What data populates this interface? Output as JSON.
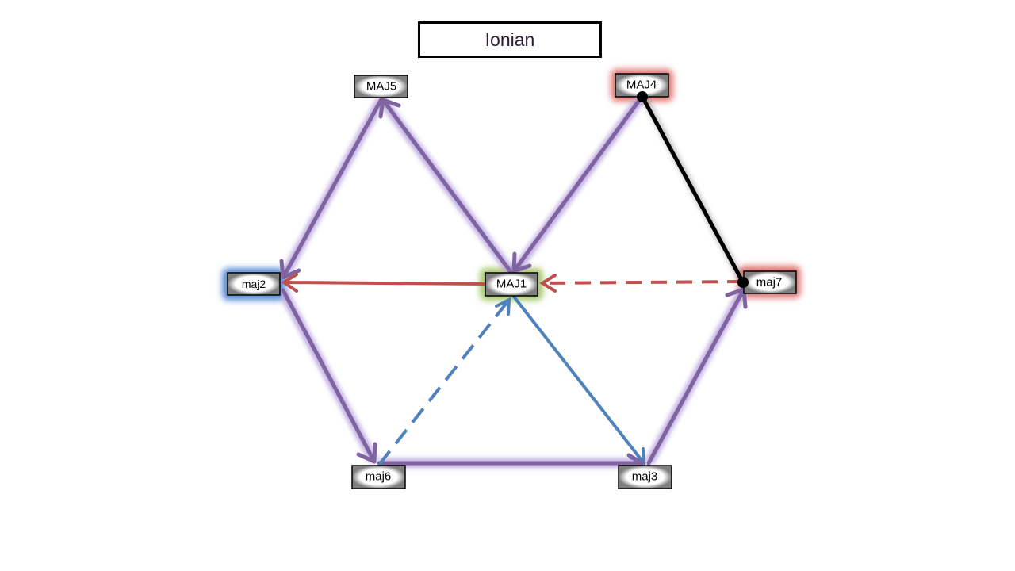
{
  "title": "Ionian",
  "nodes": {
    "maj5": "MAJ5",
    "maj4": "MAJ4",
    "maj2": "maj2",
    "maj1": "MAJ1",
    "maj7": "maj7",
    "maj6": "maj6",
    "maj3": "maj3"
  },
  "colors": {
    "purple": "#8064a2",
    "red": "#c0504d",
    "blue": "#4f81bd",
    "green_glow": "#9bbb59",
    "black": "#000000"
  },
  "edges": [
    {
      "from": "maj5",
      "to": "maj2",
      "style": "purple-solid"
    },
    {
      "from": "maj1",
      "to": "maj5",
      "style": "purple-solid"
    },
    {
      "from": "maj4",
      "to": "maj1",
      "style": "purple-solid"
    },
    {
      "from": "maj2",
      "to": "maj6",
      "style": "purple-solid"
    },
    {
      "from": "maj6",
      "to": "maj3",
      "style": "purple-solid"
    },
    {
      "from": "maj3",
      "to": "maj7",
      "style": "purple-solid"
    },
    {
      "from": "maj1",
      "to": "maj2",
      "style": "red-solid"
    },
    {
      "from": "maj7",
      "to": "maj1",
      "style": "red-dashed"
    },
    {
      "from": "maj6",
      "to": "maj1",
      "style": "blue-dashed"
    },
    {
      "from": "maj1",
      "to": "maj3",
      "style": "blue-solid"
    },
    {
      "from": "maj4",
      "to": "maj7",
      "style": "black-dots"
    }
  ]
}
